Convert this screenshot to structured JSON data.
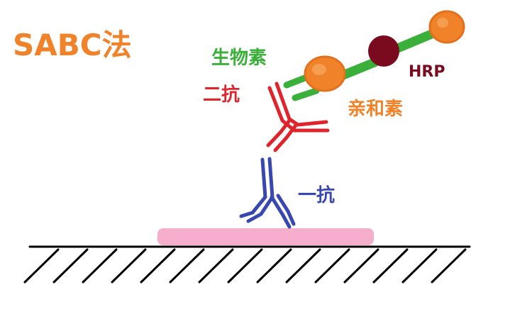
{
  "title": "SABC法",
  "labels": {
    "biotin": "生物素",
    "secondary_antibody": "二抗",
    "avidin": "亲和素",
    "hrp": "HRP",
    "primary_antibody": "一抗"
  },
  "colors": {
    "title": "#f0822a",
    "biotin": "#3ab03a",
    "secondary_antibody": "#e0242c",
    "avidin": "#f0822a",
    "hrp": "#7a0a1e",
    "primary_antibody": "#3848b0",
    "antigen": "#f4a6c6",
    "surface": "#000000"
  }
}
